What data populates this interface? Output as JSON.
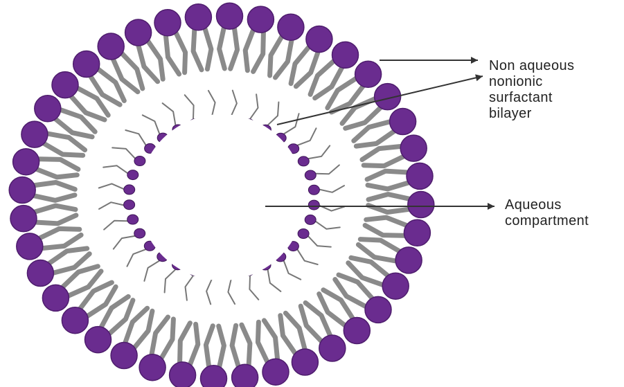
{
  "diagram": {
    "structure": "niosome vesicle cross-section",
    "colors": {
      "head_outer": "#6a2c8f",
      "head_outer_stroke": "#4e1d6d",
      "head_inner": "#6a2c8f",
      "tail": "#8a8a8a",
      "inner_tail": "#777777",
      "arrow": "#333333",
      "background": "#ffffff"
    },
    "labels": {
      "bilayer": {
        "lines": [
          "Non aqueous",
          "nonionic",
          "surfactant",
          "bilayer"
        ]
      },
      "aqueous": {
        "lines": [
          "Aqueous",
          "compartment"
        ]
      }
    }
  }
}
